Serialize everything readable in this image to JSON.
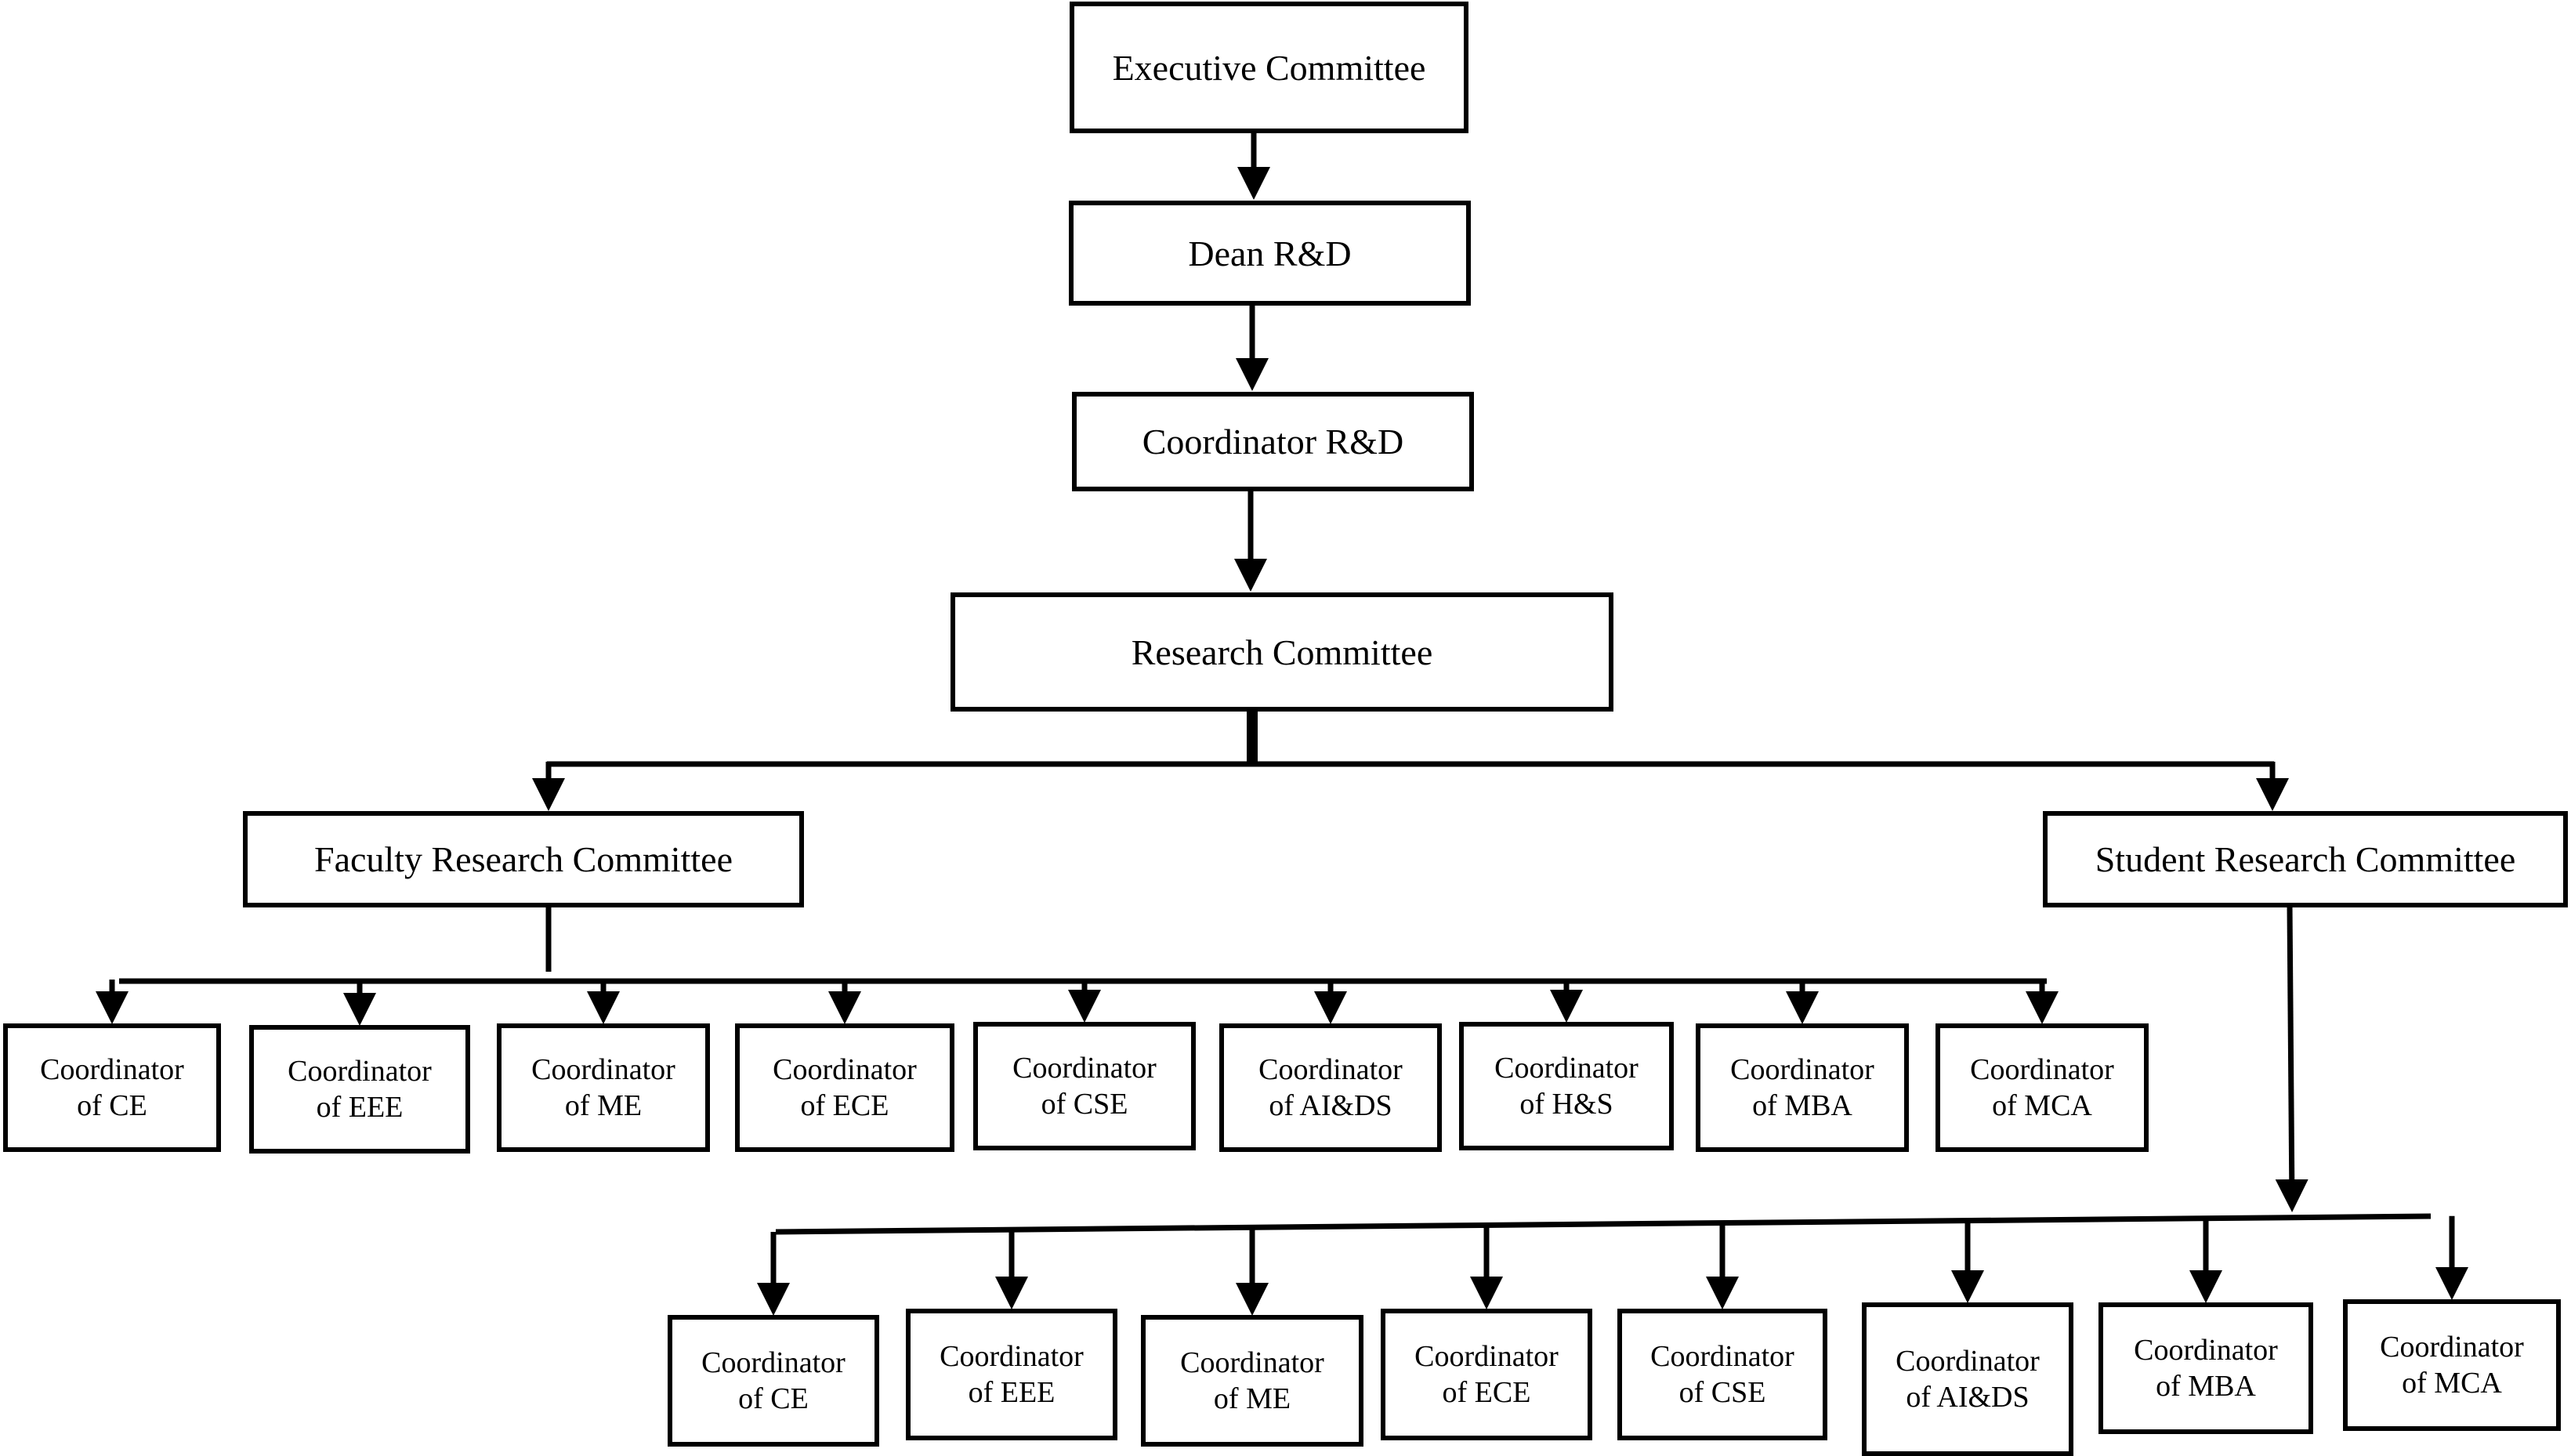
{
  "top_nodes": {
    "executive": "Executive Committee",
    "dean": "Dean R&D",
    "coordinator_rd": "Coordinator R&D",
    "research": "Research Committee",
    "faculty": "Faculty Research Committee",
    "student": "Student Research Committee"
  },
  "faculty_coordinators": [
    {
      "line1": "Coordinator",
      "line2": "of CE"
    },
    {
      "line1": "Coordinator",
      "line2": "of EEE"
    },
    {
      "line1": "Coordinator",
      "line2": "of ME"
    },
    {
      "line1": "Coordinator",
      "line2": "of ECE"
    },
    {
      "line1": "Coordinator",
      "line2": "of CSE"
    },
    {
      "line1": "Coordinator",
      "line2": "of AI&DS"
    },
    {
      "line1": "Coordinator",
      "line2": "of H&S"
    },
    {
      "line1": "Coordinator",
      "line2": "of MBA"
    },
    {
      "line1": "Coordinator",
      "line2": "of MCA"
    }
  ],
  "student_coordinators": [
    {
      "line1": "Coordinator",
      "line2": "of CE"
    },
    {
      "line1": "Coordinator",
      "line2": "of EEE"
    },
    {
      "line1": "Coordinator",
      "line2": "of ME"
    },
    {
      "line1": "Coordinator",
      "line2": "of ECE"
    },
    {
      "line1": "Coordinator",
      "line2": "of CSE"
    },
    {
      "line1": "Coordinator",
      "line2": "of AI&DS"
    },
    {
      "line1": "Coordinator",
      "line2": "of MBA"
    },
    {
      "line1": "Coordinator",
      "line2": "of MCA"
    }
  ]
}
